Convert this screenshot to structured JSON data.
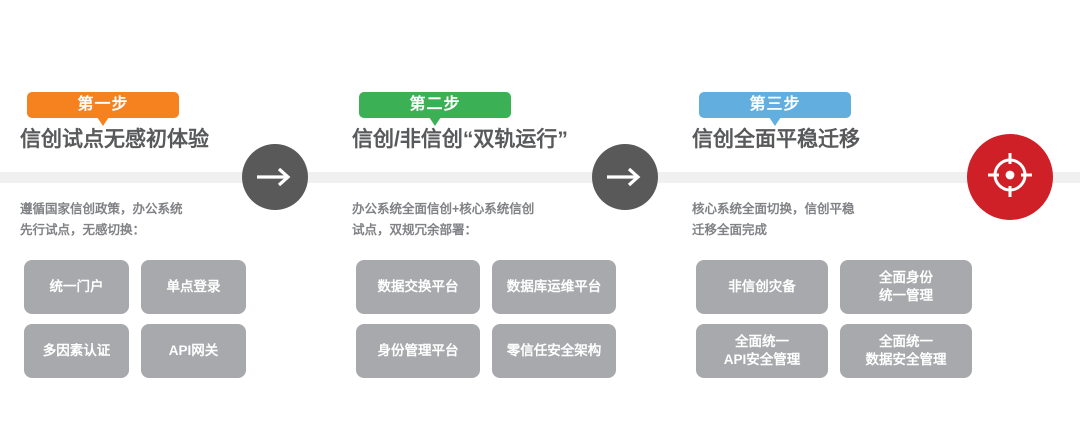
{
  "graphic": {
    "type": "three-step-roadmap",
    "colors": {
      "step1_badge": "#f5821f",
      "step2_badge": "#3cb054",
      "step3_badge": "#62aede",
      "rail": "#f0f0f0",
      "arrow_node": "#595959",
      "target_node": "#ce2026",
      "chip": "#a7a9ac",
      "title_text": "#58595b",
      "desc_text": "#808285"
    },
    "icons": {
      "arrow_1": "arrow-right-icon",
      "arrow_2": "arrow-right-icon",
      "target": "target-crosshair-icon"
    }
  },
  "steps": [
    {
      "badge": "第一步",
      "title": "信创试点无感初体验",
      "description": "遵循国家信创政策，办公系统\n先行试点，无感切换：",
      "chips": [
        "统一门户",
        "单点登录",
        "多因素认证",
        "API网关"
      ]
    },
    {
      "badge": "第二步",
      "title": "信创/非信创“双轨运行”",
      "description": "办公系统全面信创+核心系统信创\n试点，双规冗余部署：",
      "chips": [
        "数据交换平台",
        "数据库运维平台",
        "身份管理平台",
        "零信任安全架构"
      ]
    },
    {
      "badge": "第三步",
      "title": "信创全面平稳迁移",
      "description": "核心系统全面切换，信创平稳\n迁移全面完成",
      "chips": [
        "非信创灾备",
        "全面身份\n统一管理",
        "全面统一\nAPI安全管理",
        "全面统一\n数据安全管理"
      ]
    }
  ]
}
